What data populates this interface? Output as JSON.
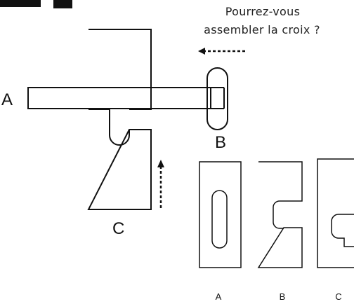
{
  "question": {
    "line1": "Pourrez-vous",
    "line2": "assembler la croix ?"
  },
  "assembly_labels": {
    "a": "A",
    "b": "B",
    "c": "C"
  },
  "piece_labels": {
    "a": "A",
    "b": "B",
    "c": "C"
  }
}
